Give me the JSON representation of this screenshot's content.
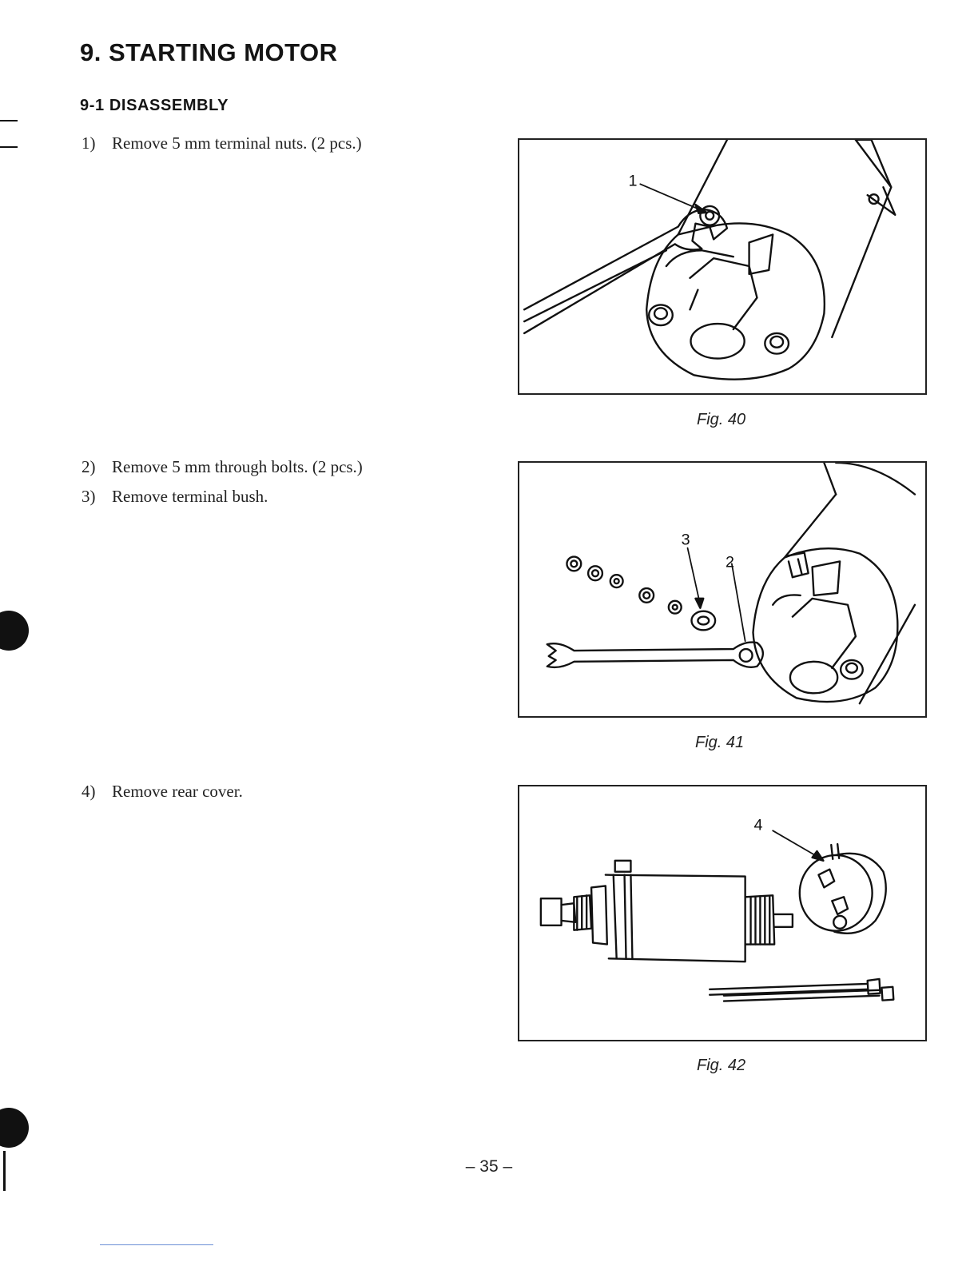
{
  "title": "9. STARTING MOTOR",
  "section": "9-1 DISASSEMBLY",
  "steps": [
    {
      "num": "1)",
      "text": "Remove 5 mm terminal nuts. (2 pcs.)"
    },
    {
      "num": "2)",
      "text": "Remove 5 mm through bolts. (2 pcs.)"
    },
    {
      "num": "3)",
      "text": "Remove terminal bush."
    },
    {
      "num": "4)",
      "text": "Remove rear cover."
    }
  ],
  "figures": [
    {
      "caption": "Fig. 40",
      "callouts": [
        "1"
      ]
    },
    {
      "caption": "Fig. 41",
      "callouts": [
        "3",
        "2"
      ]
    },
    {
      "caption": "Fig. 42",
      "callouts": [
        "4"
      ]
    }
  ],
  "page_number": "– 35 –"
}
